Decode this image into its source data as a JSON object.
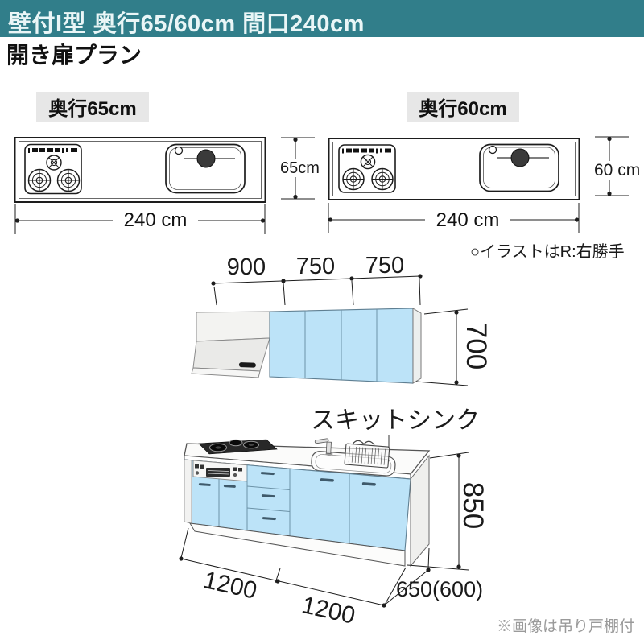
{
  "header": {
    "title": "壁付I型 奥行65/60cm 間口240cm"
  },
  "plan_title": "開き扉プラン",
  "top_views": {
    "left": {
      "label": "奥行65cm",
      "width_dim": "240 cm",
      "depth_dim": "65cm"
    },
    "right": {
      "label": "奥行60cm",
      "width_dim": "240 cm",
      "depth_dim": "60 cm"
    }
  },
  "notes": {
    "handedness": "○イラストはR:右勝手",
    "image_note": "※画像は吊り戸棚付"
  },
  "wall_cabinet": {
    "width_dims": [
      "900",
      "750",
      "750"
    ],
    "height_dim": "700"
  },
  "base_cabinet": {
    "sink_label": "スキットシンク",
    "height_dim": "850",
    "width_dims": [
      "1200",
      "1200"
    ],
    "depth_dim": "650(600)"
  },
  "colors": {
    "header_teal": "#317e8a",
    "cabinet_blue": "#bce3f8",
    "label_bg": "#e7e7e7",
    "note_gray": "#9a9a9a"
  }
}
